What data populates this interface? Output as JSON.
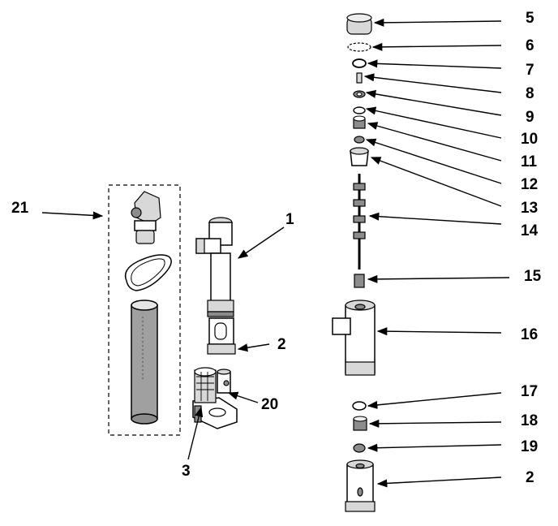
{
  "colors": {
    "ink": "#000000",
    "paper": "#ffffff",
    "light_fill": "#d8d8d8",
    "mid_fill": "#8c8c8c",
    "tube_fill": "#a0a0a0"
  },
  "callouts": {
    "c1": "1",
    "c2_left": "2",
    "c2_right": "2",
    "c3": "3",
    "c5": "5",
    "c6": "6",
    "c7": "7",
    "c8": "8",
    "c9": "9",
    "c10": "10",
    "c11": "11",
    "c12": "12",
    "c13": "13",
    "c14": "14",
    "c15": "15",
    "c16": "16",
    "c17": "17",
    "c18": "18",
    "c19": "19",
    "c20": "20",
    "c21": "21"
  }
}
